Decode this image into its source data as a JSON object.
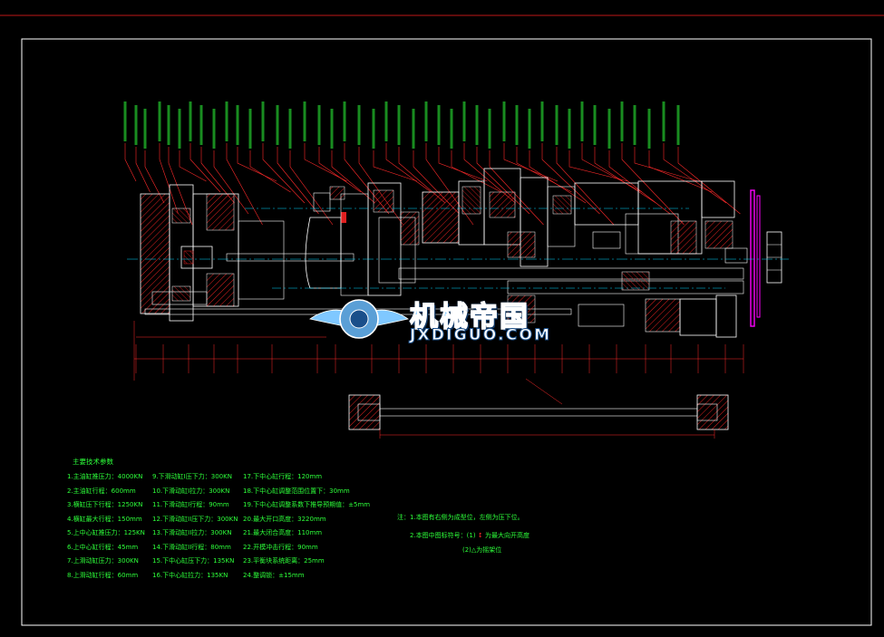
{
  "spec_title": "主要技术参数",
  "spec_col1": [
    "1.主油缸推压力：4000KN",
    "2.主油缸行程：600mm",
    "3.横缸压下行程：1250KN",
    "4.横缸最大行程：150mm",
    "5.上中心缸推压力：125KN",
    "6.上中心缸行程：45mm",
    "7.上滑动缸压力：300KN",
    "8.上滑动缸行程：60mm"
  ],
  "spec_col2": [
    "9.下滑动缸I压下力：300KN",
    "10.下滑动缸I拉力：300KN",
    "11.下滑动缸I行程：90mm",
    "12.下滑动缸II压下力：300KN",
    "13.下滑动缸II拉力：300KN",
    "14.下滑动缸II行程：80mm",
    "15.下中心缸压下力：135KN",
    "16.下中心缸拉力：135KN"
  ],
  "spec_col3": [
    "17.下中心缸行程：120mm",
    "18.下中心缸调整范围位置下：30mm",
    "19.下中心缸调整系数下推导预期值：±5mm",
    "20.最大开口高度：3220mm",
    "21.最大闭合高度：110mm",
    "22.开模冲击行程：90mm",
    "23.平衡块系统距离：25mm",
    "24.整调锁：±15mm"
  ],
  "notes": [
    "注：1.本图有右侧为成型位，左侧为压下位。",
    "2.本图中图标符号：(1)",
    "(2)△为摇架位"
  ],
  "notes_arrow_label": "为最大向开高度",
  "watermark": {
    "cn": "机械帝国",
    "en": "JXDIGUO.COM"
  },
  "colors": {
    "background": "#000000",
    "frame": "#ffffff",
    "top_rule": "#c01818",
    "leader": "#ff2a2a",
    "text": "#2dff3a",
    "parts": "#ffffff",
    "hatch": "#e02020",
    "centerline": "#00d7ff",
    "accent": "#ff00ff",
    "watermark": "#7fc8ff"
  }
}
